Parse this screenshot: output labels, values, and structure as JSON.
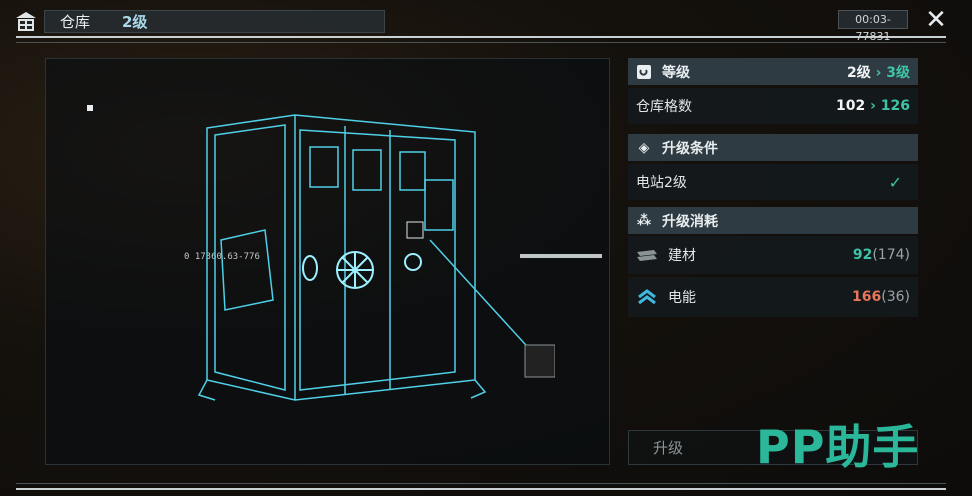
{
  "header": {
    "title": "仓库",
    "level": "2级",
    "timer": "00:03-77831",
    "close_icon": "close-icon",
    "building_icon": "warehouse-icon"
  },
  "viewer": {
    "coord_label": "0 17360.63-776"
  },
  "panel": {
    "level": {
      "label": "等级",
      "from": "2级",
      "arrow": "›",
      "to": "3级"
    },
    "capacity": {
      "label": "仓库格数",
      "from": "102",
      "arrow": "›",
      "to": "126"
    },
    "conditions": {
      "label": "升级条件",
      "items": [
        {
          "label": "电站2级",
          "met": "✓"
        }
      ]
    },
    "cost": {
      "label": "升级消耗",
      "items": [
        {
          "label": "建材",
          "required": "92",
          "owned": "(174)",
          "color": "#3fc3a8"
        },
        {
          "label": "电能",
          "required": "166",
          "owned": "(36)",
          "color": "#e8765a"
        }
      ]
    }
  },
  "upgrade_button": "升级",
  "watermark": "PP助手"
}
